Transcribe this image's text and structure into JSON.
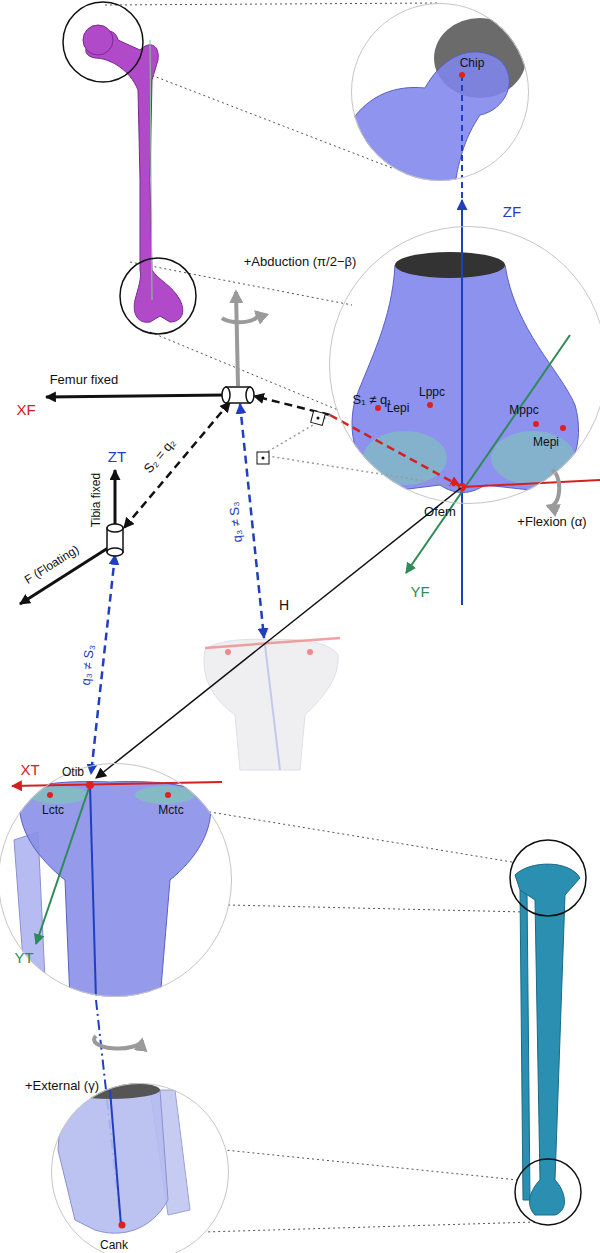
{
  "diagram": {
    "nodes": [
      {
        "text": [
          "Chip"
        ]
      },
      {
        "text": [
          "Lepi",
          "Lppc",
          "Mppc",
          "Mepi"
        ]
      },
      {
        "text": [
          "Otib",
          "Lctc",
          "Mctc"
        ]
      },
      {
        "text": [
          "Cank"
        ]
      }
    ],
    "labels": [
      "ZF",
      "Ofem",
      "+Flexion (α)",
      "YF",
      "XF",
      "Femur fixed",
      "+Abduction (π/2−β)",
      "S₁ ≠ q₁",
      "S₂ = q₂",
      "Tibia fixed",
      "ZT",
      "F (Floating)",
      "q₃ ≠ S₃",
      "q₃ ≠ S₃",
      "H",
      "XT",
      "YT",
      "+External (γ)"
    ]
  }
}
